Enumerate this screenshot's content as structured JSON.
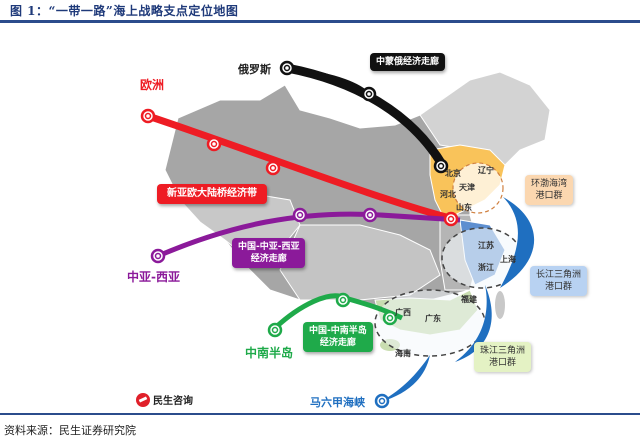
{
  "header": {
    "title": "图 1：“一带一路”海上战略支点定位地图"
  },
  "footer": {
    "source": "资料来源：民生证券研究院",
    "logo_text": "民生咨询"
  },
  "routes": {
    "russia": {
      "endpoint": "俄罗斯",
      "corridor": "中蒙俄经济走廊",
      "color": "#111111"
    },
    "europe": {
      "endpoint": "欧洲",
      "corridor": "新亚欧大陆桥经济带",
      "color": "#ee1c24"
    },
    "central_asia": {
      "endpoint": "中亚-西亚",
      "corridor_line1": "中国-中亚-西亚",
      "corridor_line2": "经济走廊",
      "color": "#8b1a9a"
    },
    "indochina": {
      "endpoint": "中南半岛",
      "corridor_line1": "中国-中南半岛",
      "corridor_line2": "经济走廊",
      "color": "#1faa4a"
    },
    "malacca": {
      "endpoint": "马六甲海峡",
      "color": "#1f6fc0"
    }
  },
  "port_clusters": {
    "bohai": {
      "line1": "环渤海湾",
      "line2": "港口群",
      "color": "#fbd7b0"
    },
    "yangtze": {
      "line1": "长江三角洲",
      "line2": "港口群",
      "color": "#b8d2f2"
    },
    "pearl": {
      "line1": "珠江三角洲",
      "line2": "港口群",
      "color": "#e4f2c4"
    }
  },
  "provinces": {
    "beijing": "北京",
    "tianjin": "天津",
    "hebei": "河北",
    "liaoning": "辽宁",
    "shandong": "山东",
    "jiangsu": "江苏",
    "shanghai": "上海",
    "zhejiang": "浙江",
    "fujian": "福建",
    "guangdong": "广东",
    "guangxi": "广西",
    "hainan": "海南"
  }
}
